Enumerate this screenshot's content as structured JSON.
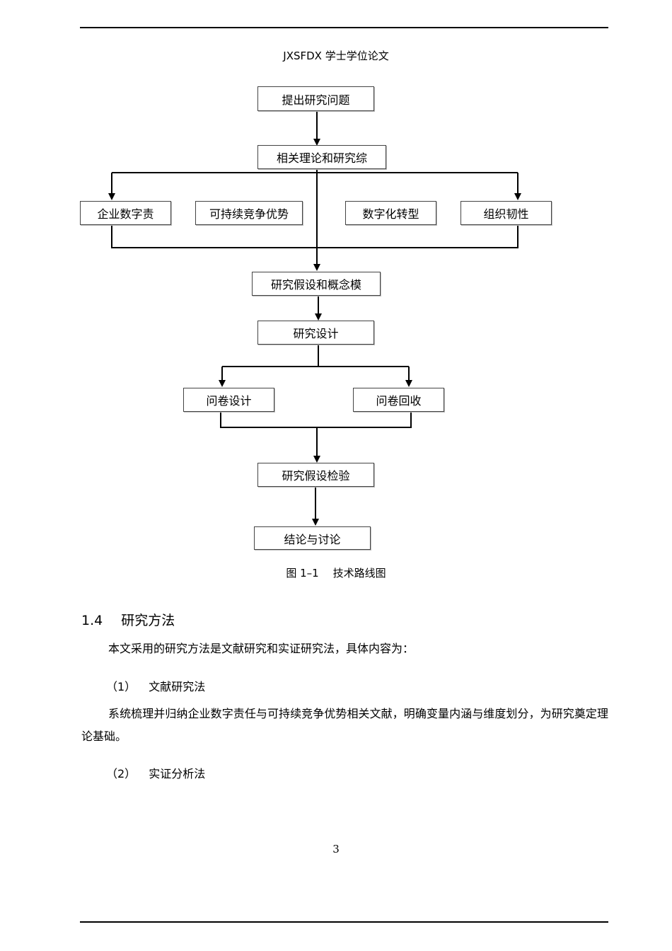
{
  "header": {
    "title": "JXSFDX 学士学位论文"
  },
  "flowchart": {
    "nodes": {
      "n1": "提出研究问题",
      "n2": "相关理论和研究综",
      "n3": "企业数字责",
      "n4": "可持续竞争优势",
      "n5": "数字化转型",
      "n6": "组织韧性",
      "n7": "研究假设和概念模",
      "n8": "研究设计",
      "n9": "问卷设计",
      "n10": "问卷回收",
      "n11": "研究假设检验",
      "n12": "结论与讨论"
    }
  },
  "figure_caption": {
    "number": "图 1–1",
    "text": "技术路线图"
  },
  "section": {
    "number": "1.4",
    "title": "研究方法"
  },
  "intro_paragraph": "本文采用的研究方法是文献研究和实证研究法，具体内容为：",
  "method1": {
    "number": "（1）",
    "title": "文献研究法",
    "body": "系统梳理并归纳企业数字责任与可持续竞争优势相关文献，明确变量内涵与维度划分，为研究奠定理论基础。"
  },
  "method2": {
    "number": "（2）",
    "title": "实证分析法"
  },
  "page_number": "3"
}
